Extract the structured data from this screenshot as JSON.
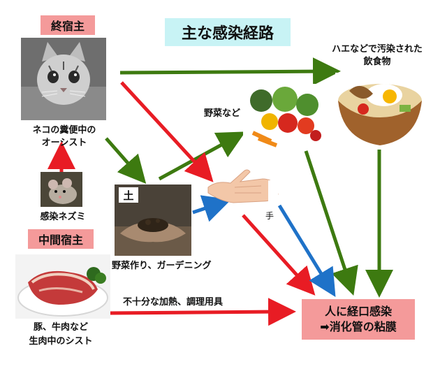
{
  "title": "主な感染経路",
  "final_host": {
    "label": "終宿主"
  },
  "intermediate_host": {
    "label": "中間宿主"
  },
  "nodes": {
    "cat": {
      "caption_line1": "ネコの糞便中の",
      "caption_line2": "オーシスト",
      "icon": "cat-photo"
    },
    "mouse": {
      "caption": "感染ネズミ",
      "icon": "mouse-photo"
    },
    "meat": {
      "caption_line1": "豚、牛肉など",
      "caption_line2": "生肉中のシスト",
      "icon": "meat-photo"
    },
    "soil": {
      "tag": "土",
      "caption": "野菜作り、ガーデニング",
      "icon": "soil-hands-photo"
    },
    "vegetables": {
      "caption": "野菜など",
      "icon": "vegetables-photo"
    },
    "food": {
      "caption_line1": "ハエなどで汚染された",
      "caption_line2": "飲食物",
      "icon": "food-bowl-photo"
    },
    "hand": {
      "caption": "手",
      "icon": "hand-icon"
    }
  },
  "edge_labels": {
    "meat_to_result": "不十分な加熱、調理用具"
  },
  "result": {
    "line1": "人に経口感染",
    "line2": "➡消化管の粘膜"
  },
  "colors": {
    "red": "#e81c24",
    "green": "#3d7a10",
    "blue": "#1f72c8",
    "pink": "#f49a9a",
    "title_bg": "#c8f3f5"
  }
}
